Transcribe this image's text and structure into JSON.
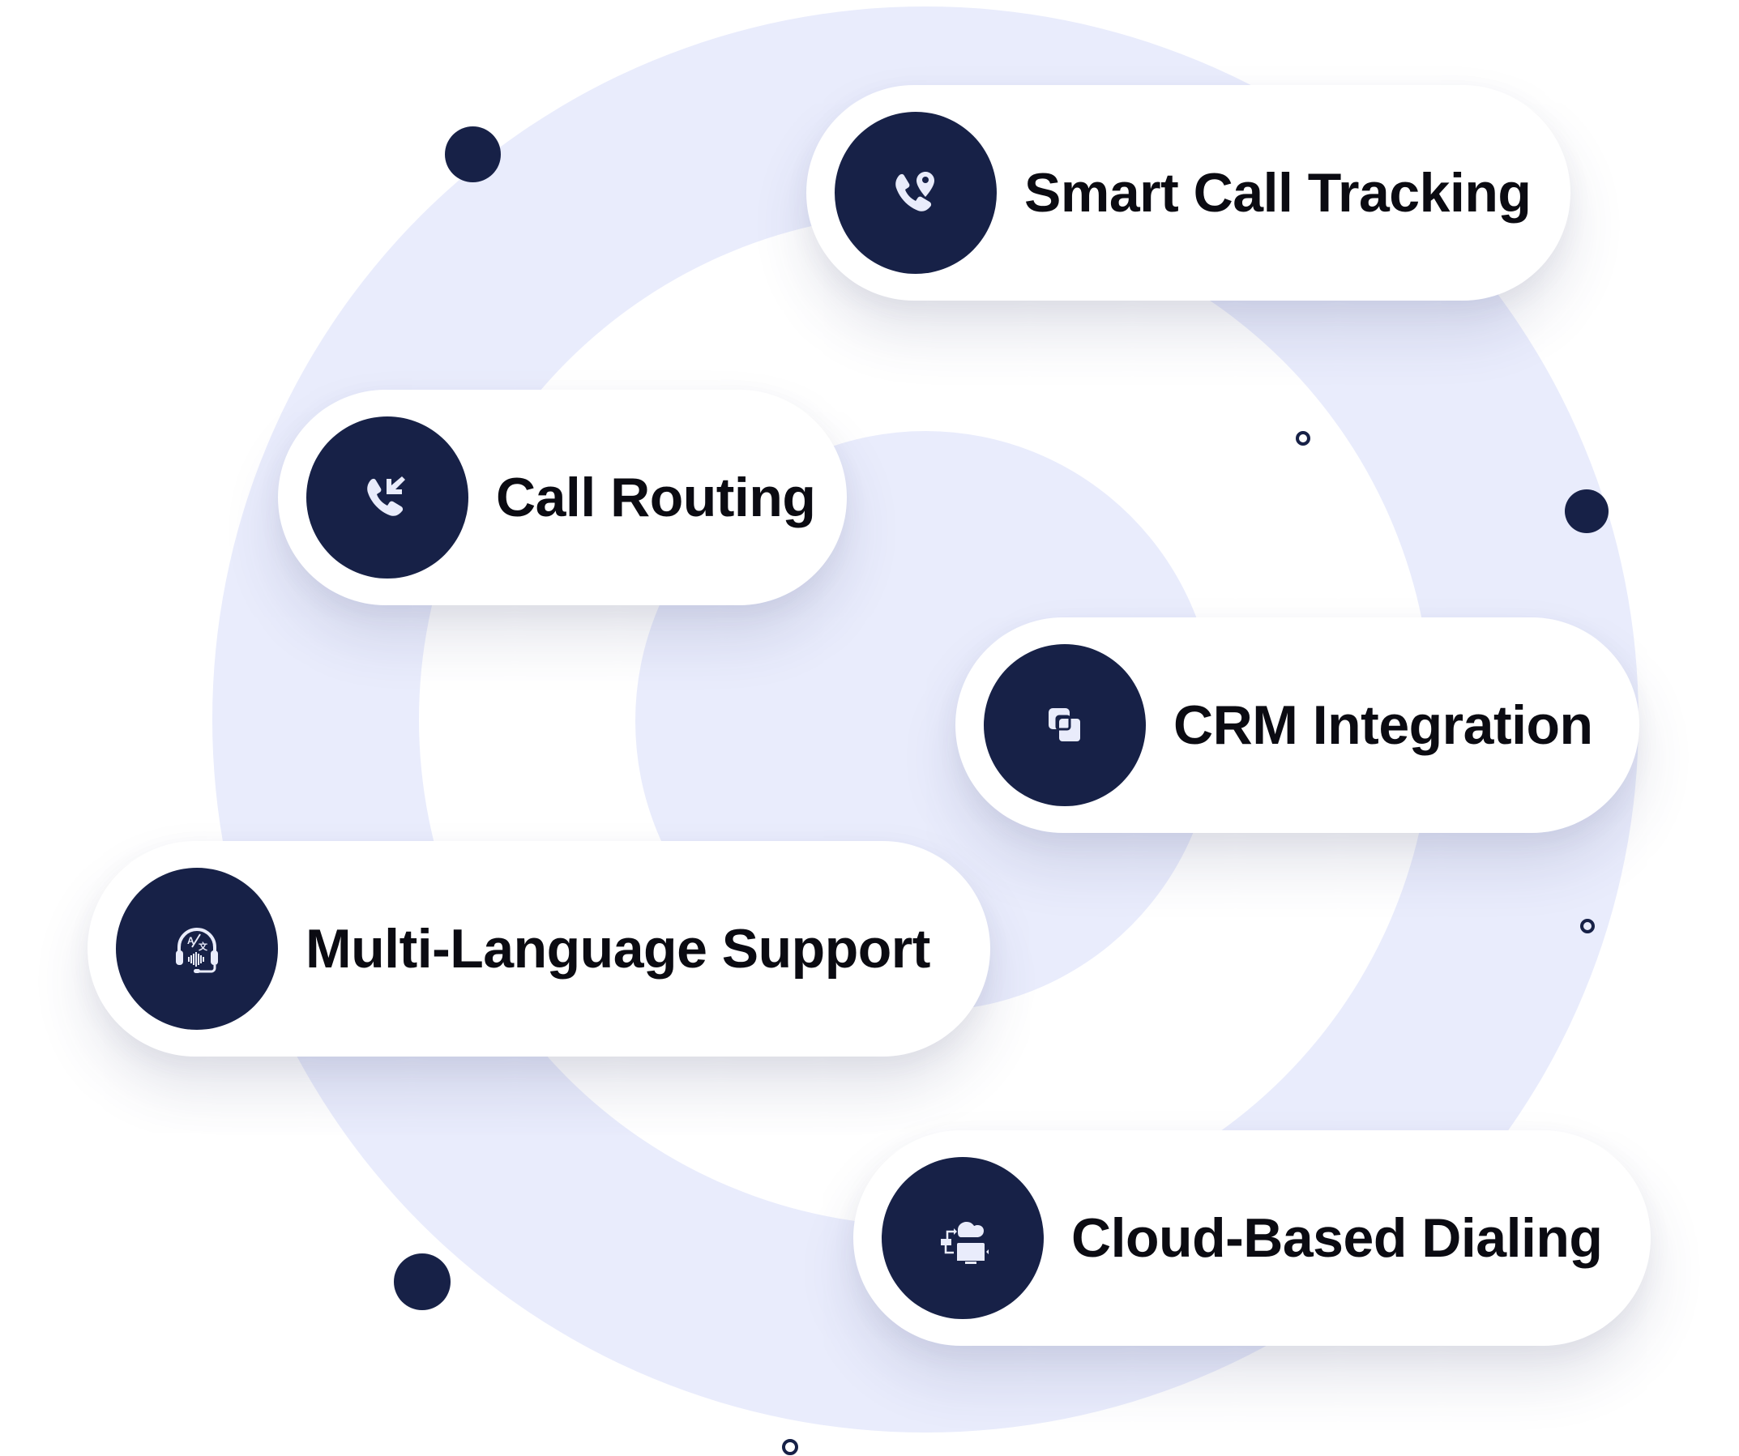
{
  "features": [
    {
      "label": "Smart Call Tracking",
      "icon": "phone-location-pin-icon"
    },
    {
      "label": "Call Routing",
      "icon": "phone-incoming-arrow-icon"
    },
    {
      "label": "CRM Integration",
      "icon": "overlapping-squares-icon"
    },
    {
      "label": "Multi-Language Support",
      "icon": "headset-translate-icon"
    },
    {
      "label": "Cloud-Based Dialing",
      "icon": "cloud-computer-icon"
    }
  ],
  "colors": {
    "accent_navy": "#172147",
    "ring_lavender": "#E9ECFC",
    "icon_fill": "#E9ECFB",
    "text": "#0B0B12",
    "background": "#FFFFFF"
  }
}
